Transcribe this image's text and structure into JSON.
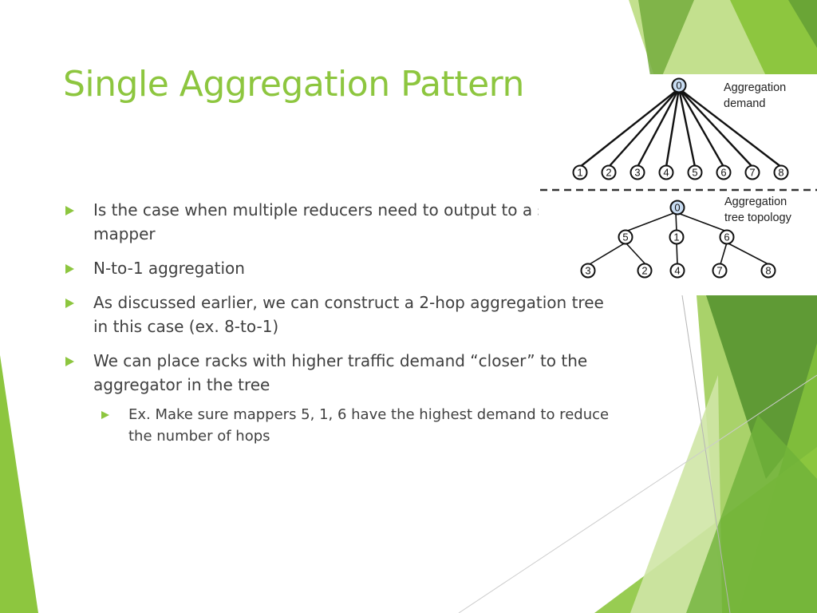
{
  "slide": {
    "title": "Single Aggregation Pattern",
    "accent_color": "#8dc63f",
    "bullets": [
      "Is the case when multiple reducers need to output to a single mapper",
      "N-to-1 aggregation",
      "As discussed earlier, we can construct a 2-hop aggregation tree in this case (ex. 8-to-1)",
      "We can place racks with higher traffic demand “closer” to the aggregator in the tree"
    ],
    "sub_bullet": "Ex. Make sure mappers 5, 1, 6 have the highest demand to reduce the number of hops"
  },
  "figure": {
    "demand_label_1": "Aggregation",
    "demand_label_2": "demand",
    "topology_label_1": "Aggregation",
    "topology_label_2": "tree topology",
    "demand_root": "0",
    "demand_leaves": [
      "1",
      "2",
      "3",
      "4",
      "5",
      "6",
      "7",
      "8"
    ],
    "tree_root": "0",
    "tree_level1": [
      "5",
      "1",
      "6"
    ],
    "tree_level2": [
      "3",
      "2",
      "4",
      "7",
      "8"
    ]
  }
}
